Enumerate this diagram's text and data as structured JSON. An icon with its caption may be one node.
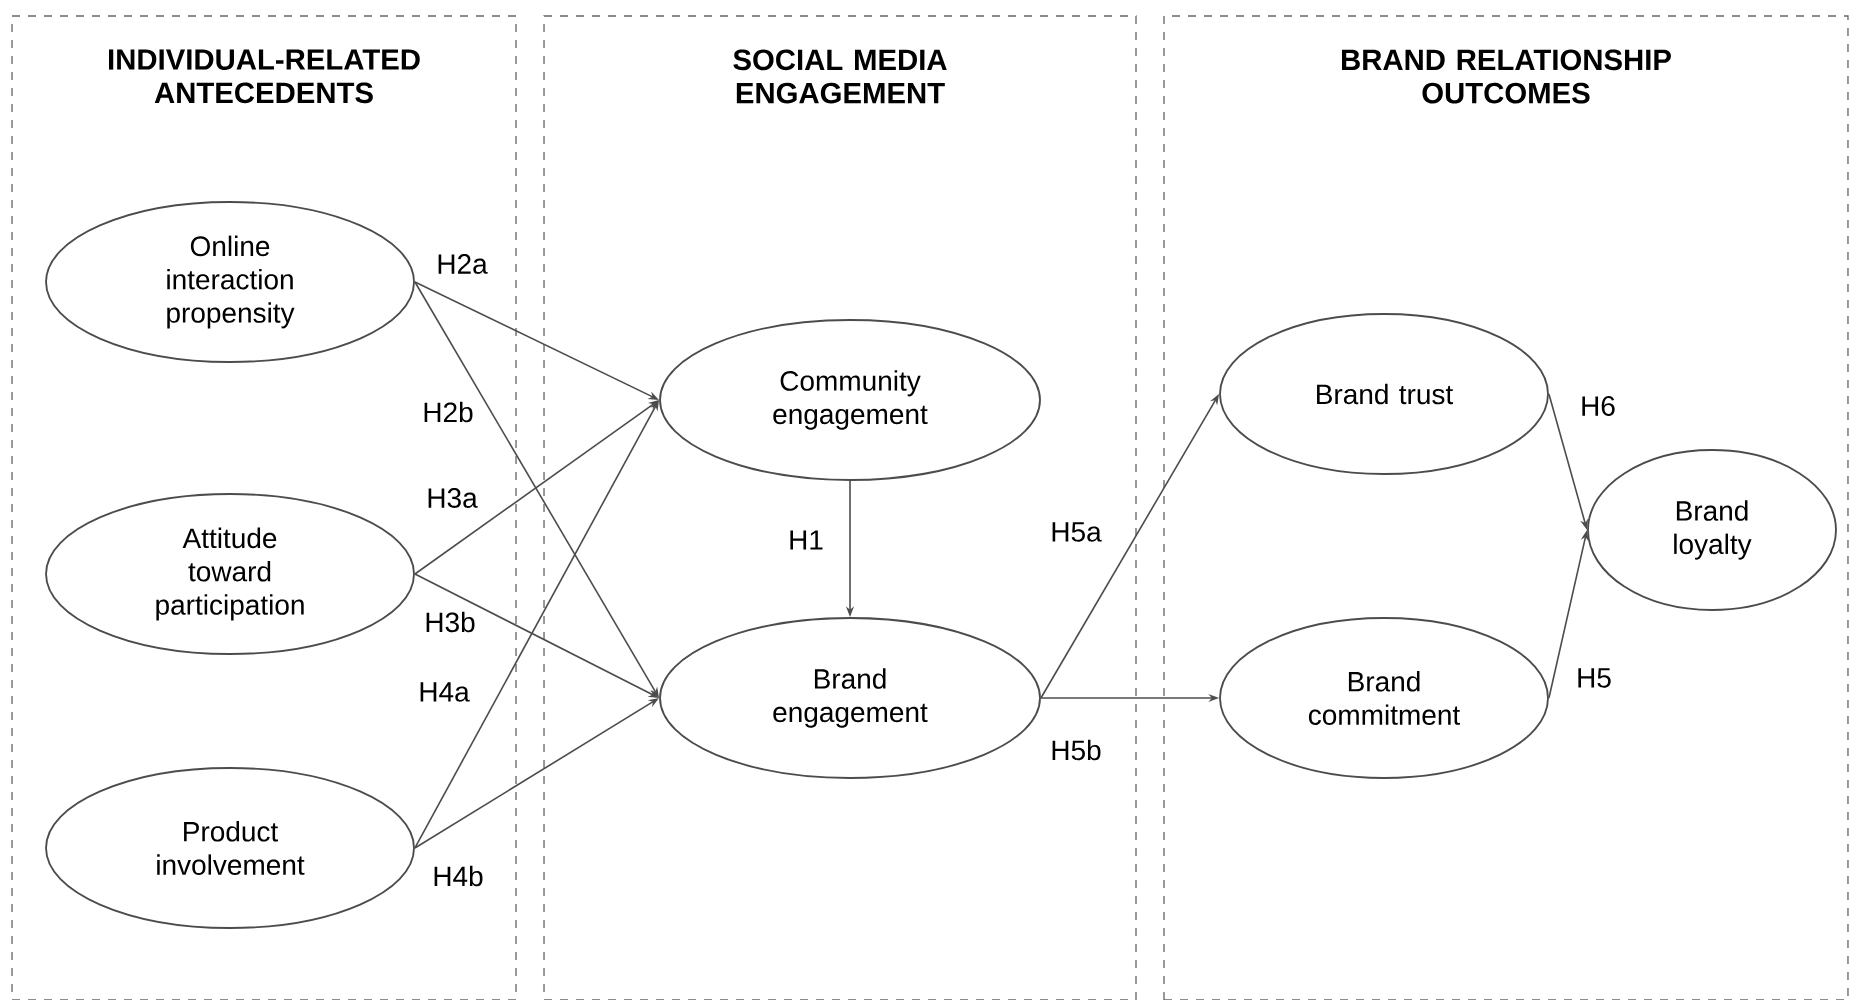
{
  "diagram": {
    "nodes": [
      {
        "text": [
          "INDIVIDUAL-RELATED ANTECEDENTS"
        ]
      },
      {
        "text": [
          "SOCIAL MEDIA ENGAGEMENT"
        ]
      },
      {
        "text": [
          "BRAND RELATIONSHIP OUTCOMES"
        ]
      },
      {
        "text": [
          "Online interaction propensity"
        ],
        "in": 0
      },
      {
        "text": [
          "Attitude toward participation"
        ],
        "in": 0
      },
      {
        "text": [
          "Product involvement"
        ],
        "in": 0
      },
      {
        "text": [
          "Community engagement"
        ],
        "in": 1
      },
      {
        "text": [
          "Brand engagement"
        ],
        "in": 1
      },
      {
        "text": [
          "Brand trust"
        ],
        "in": 2
      },
      {
        "text": [
          "Brand commitment"
        ],
        "in": 2
      },
      {
        "text": [
          "Brand loyalty"
        ],
        "in": 2
      }
    ],
    "edges": [
      {
        "from": 3,
        "to": 6,
        "arrow": "to",
        "label": "H2a"
      },
      {
        "from": 3,
        "to": 7,
        "arrow": "to",
        "label": "H2b"
      },
      {
        "from": 4,
        "to": 6,
        "arrow": "to",
        "label": "H3a"
      },
      {
        "from": 4,
        "to": 7,
        "arrow": "to",
        "label": "H3b"
      },
      {
        "from": 5,
        "to": 6,
        "arrow": "to",
        "label": "H4a"
      },
      {
        "from": 5,
        "to": 7,
        "arrow": "to",
        "label": "H4b"
      },
      {
        "from": 6,
        "to": 7,
        "arrow": "to",
        "label": "H1"
      },
      {
        "from": 7,
        "to": 8,
        "arrow": "to",
        "label": "H5a"
      },
      {
        "from": 7,
        "to": 9,
        "arrow": "to",
        "label": "H5b"
      },
      {
        "from": 8,
        "to": 10,
        "arrow": "to",
        "label": "H6"
      },
      {
        "from": 9,
        "to": 10,
        "arrow": "to",
        "label": "H5"
      }
    ]
  }
}
